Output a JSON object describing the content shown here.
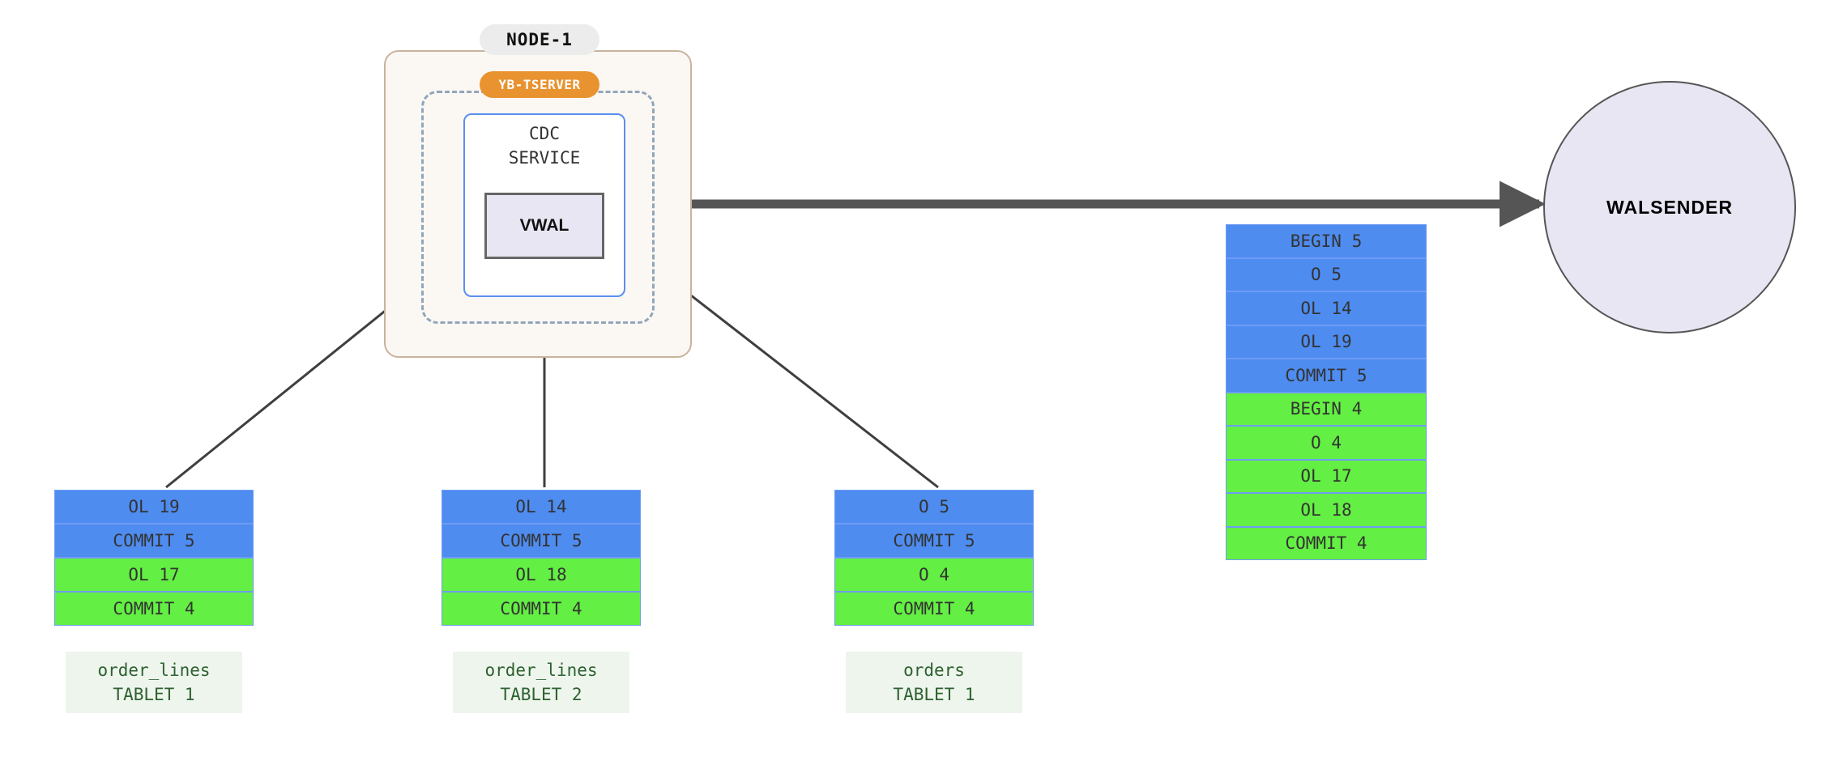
{
  "diagram": {
    "title": "YugabyteDB CDC VWAL to WALSENDER flow",
    "colors": {
      "txn5_blue": "#4e8cf0",
      "txn4_green": "#63ef43",
      "record_border": "#6f9cf5",
      "node_border": "#c9b39c",
      "node_fill": "#fbf8f4",
      "tserver_dash": "#92a6ba",
      "tserver_badge": "#e8932f",
      "cdc_border": "#5b8ff0",
      "vwal_fill": "#e7e6f2",
      "vwal_border": "#666666",
      "walsender_fill": "#e7e6f2",
      "walsender_border": "#555555",
      "arrow": "#555555",
      "thin_arrow": "#3f3f3f",
      "tablet_label_bg": "#edf5ed",
      "tablet_label_text": "#2e6130"
    }
  },
  "node": {
    "badge_label": "NODE-1",
    "tserver_badge_label": "YB-TSERVER",
    "cdc_service_label": "CDC\nSERVICE",
    "vwal_label": "VWAL"
  },
  "walsender": {
    "label": "WALSENDER"
  },
  "tablets": [
    {
      "name": "order_lines",
      "tablet": "TABLET 1",
      "label": "order_lines\nTABLET 1",
      "records": [
        {
          "text": "OL 19",
          "txn": "5",
          "color": "blue"
        },
        {
          "text": "COMMIT 5",
          "txn": "5",
          "color": "blue"
        },
        {
          "text": "OL 17",
          "txn": "4",
          "color": "green"
        },
        {
          "text": "COMMIT 4",
          "txn": "4",
          "color": "green"
        }
      ]
    },
    {
      "name": "order_lines",
      "tablet": "TABLET 2",
      "label": "order_lines\nTABLET 2",
      "records": [
        {
          "text": "OL 14",
          "txn": "5",
          "color": "blue"
        },
        {
          "text": "COMMIT 5",
          "txn": "5",
          "color": "blue"
        },
        {
          "text": "OL 18",
          "txn": "4",
          "color": "green"
        },
        {
          "text": "COMMIT 4",
          "txn": "4",
          "color": "green"
        }
      ]
    },
    {
      "name": "orders",
      "tablet": "TABLET 1",
      "label": "orders\nTABLET 1",
      "records": [
        {
          "text": "O 5",
          "txn": "5",
          "color": "blue"
        },
        {
          "text": "COMMIT 5",
          "txn": "5",
          "color": "blue"
        },
        {
          "text": "O 4",
          "txn": "4",
          "color": "green"
        },
        {
          "text": "COMMIT 4",
          "txn": "4",
          "color": "green"
        }
      ]
    }
  ],
  "wal_stream": {
    "records": [
      {
        "text": "BEGIN 5",
        "txn": "5",
        "color": "blue"
      },
      {
        "text": "O 5",
        "txn": "5",
        "color": "blue"
      },
      {
        "text": "OL 14",
        "txn": "5",
        "color": "blue"
      },
      {
        "text": "OL 19",
        "txn": "5",
        "color": "blue"
      },
      {
        "text": "COMMIT 5",
        "txn": "5",
        "color": "blue"
      },
      {
        "text": "BEGIN 4",
        "txn": "4",
        "color": "green"
      },
      {
        "text": "O 4",
        "txn": "4",
        "color": "green"
      },
      {
        "text": "OL 17",
        "txn": "4",
        "color": "green"
      },
      {
        "text": "OL 18",
        "txn": "4",
        "color": "green"
      },
      {
        "text": "COMMIT 4",
        "txn": "4",
        "color": "green"
      }
    ]
  },
  "edges": [
    {
      "from": "order_lines TABLET 1",
      "to": "VWAL"
    },
    {
      "from": "order_lines TABLET 2",
      "to": "VWAL"
    },
    {
      "from": "orders TABLET 1",
      "to": "VWAL"
    },
    {
      "from": "VWAL",
      "to": "WALSENDER"
    }
  ]
}
